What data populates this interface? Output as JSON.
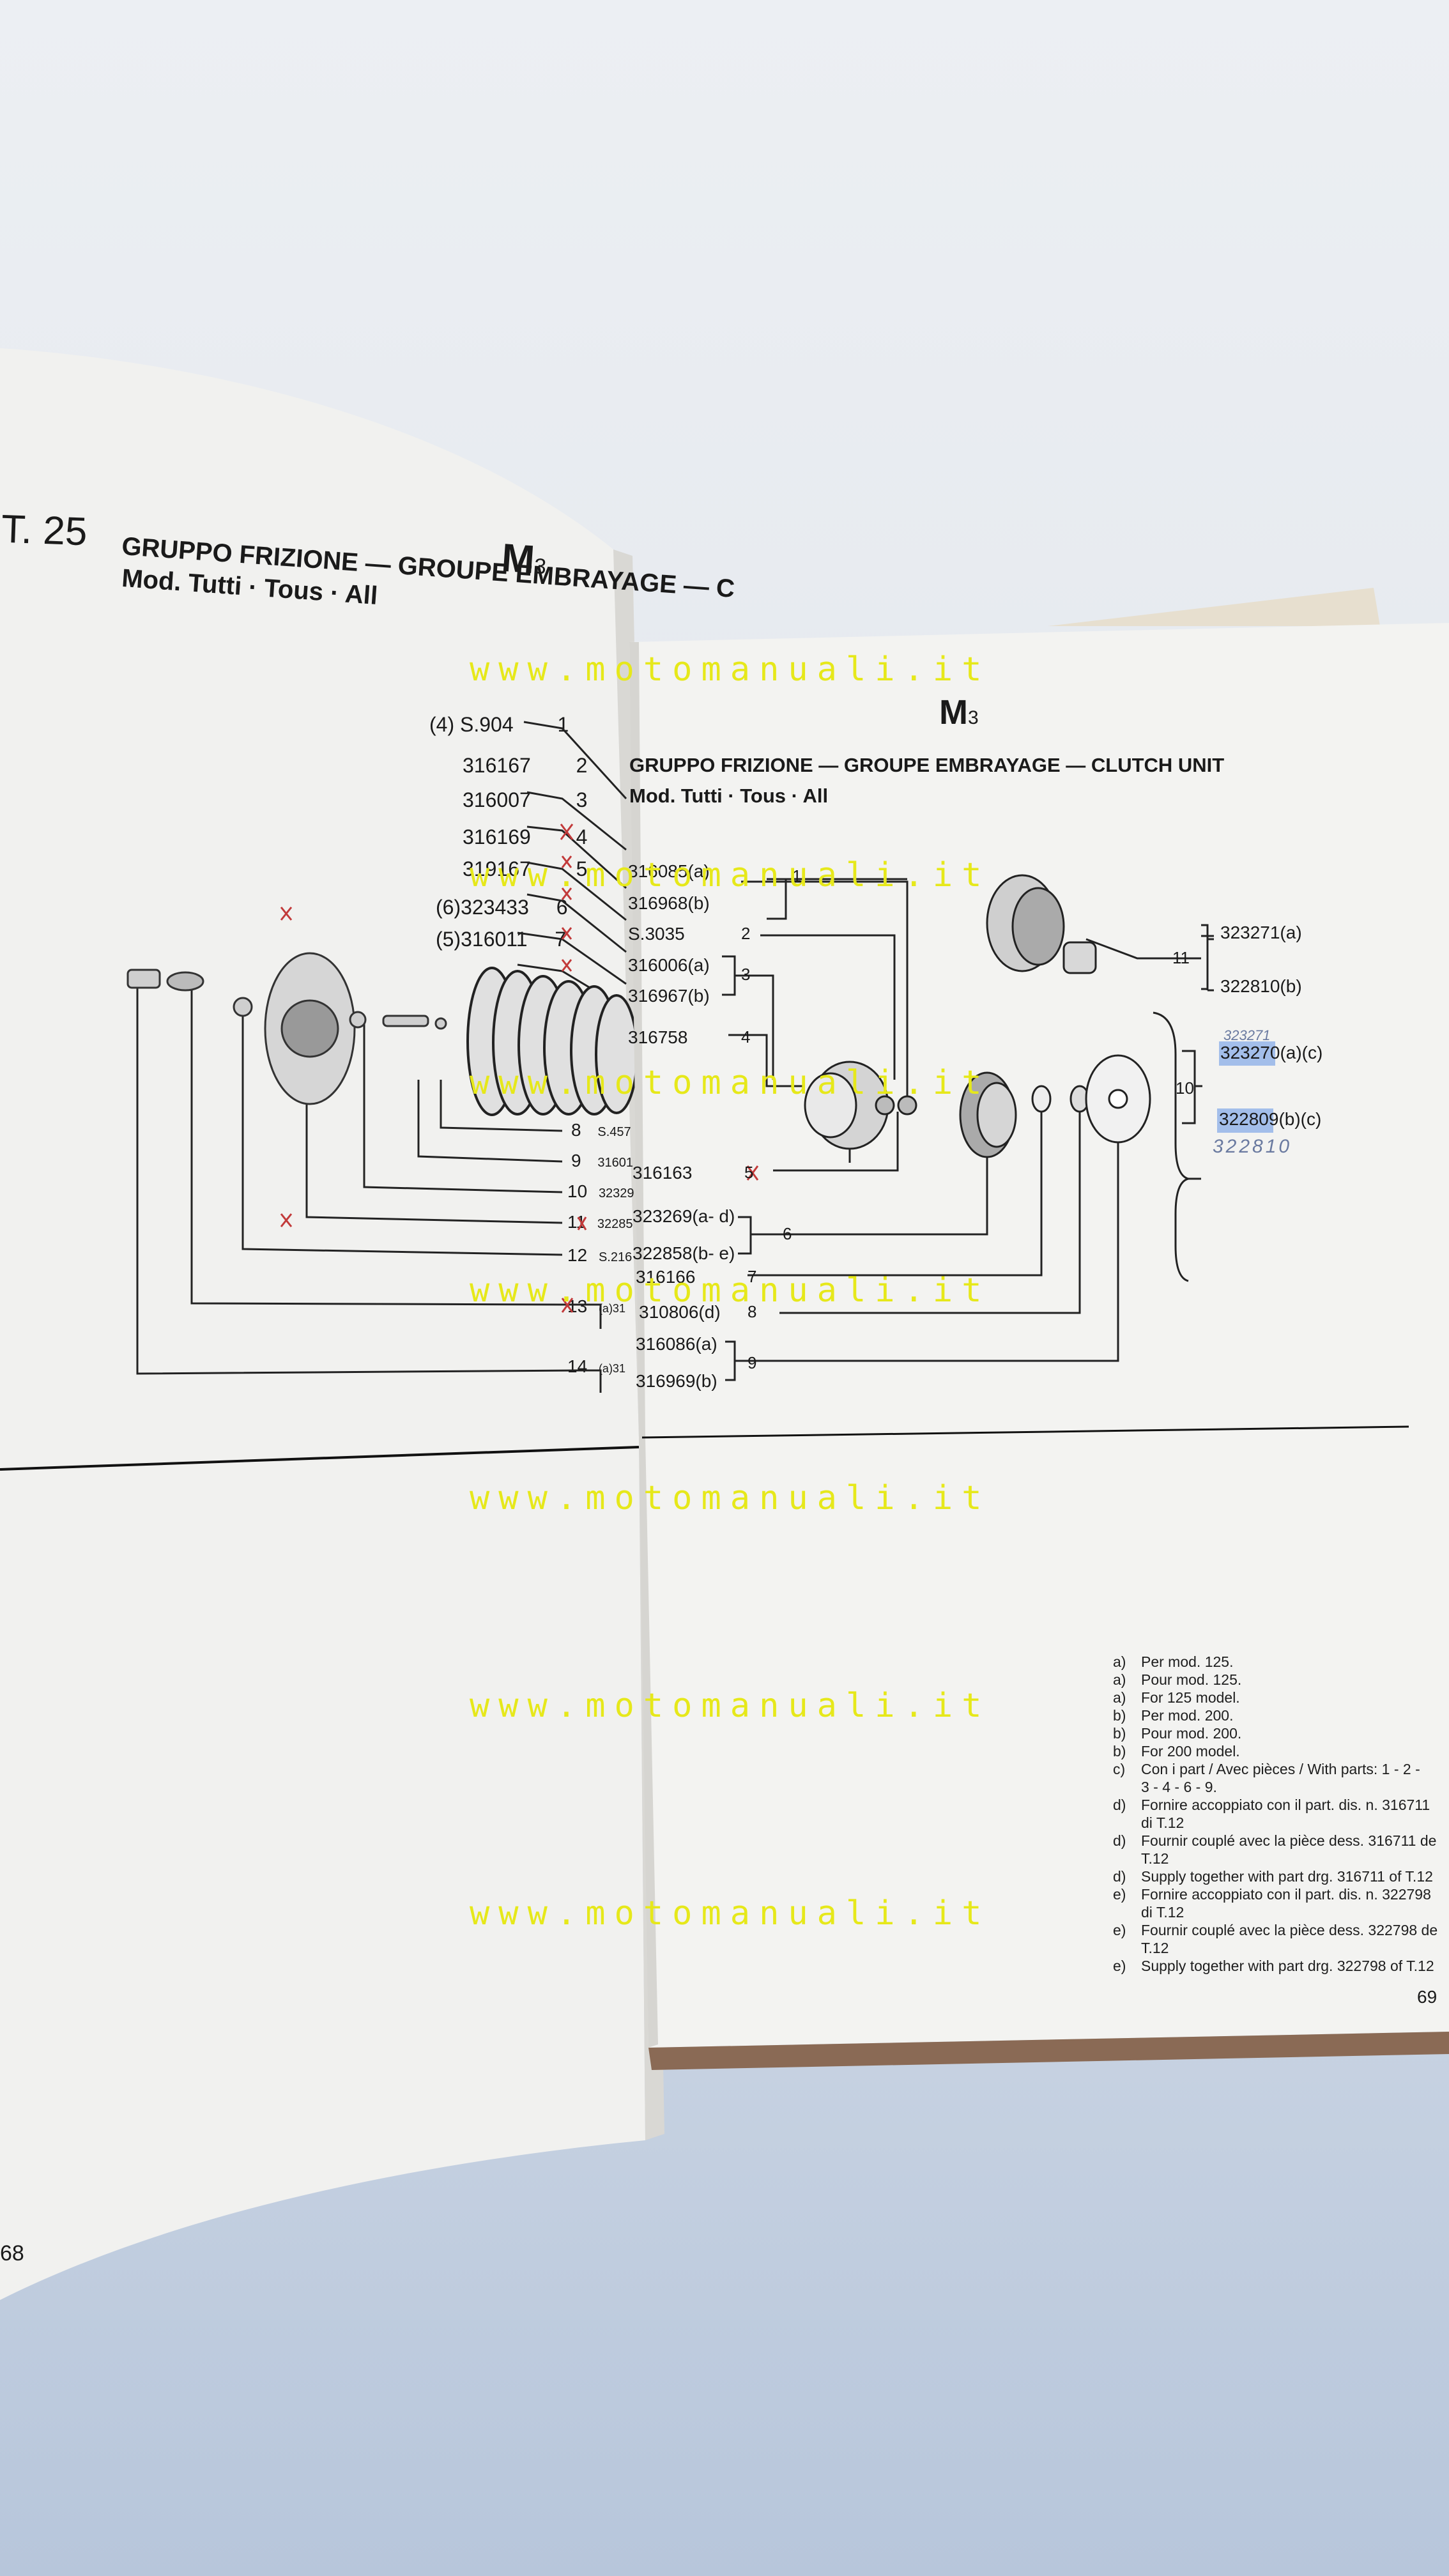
{
  "left_page": {
    "section_ref": "T. 25",
    "heading_code": "M",
    "heading_sub": "3",
    "title_line1": "GRUPPO FRIZIONE — GROUPE EMBRAYAGE — C",
    "title_line2": "Mod. Tutti · Tous · All",
    "page_number": "68",
    "parts_top": [
      {
        "code": "(4) S.904",
        "n": "1"
      },
      {
        "code": "316167",
        "n": "2"
      },
      {
        "code": "316007",
        "n": "3"
      },
      {
        "code": "316169",
        "n": "4"
      },
      {
        "code": "319167",
        "n": "5"
      },
      {
        "code": "(6)323433",
        "n": "6"
      },
      {
        "code": "(5)316011",
        "n": "7"
      }
    ],
    "parts_bottom": [
      {
        "n": "8",
        "code": "S.457"
      },
      {
        "n": "9",
        "code": "31601"
      },
      {
        "n": "10",
        "code": "32329"
      },
      {
        "n": "11",
        "code": "32285"
      },
      {
        "n": "12",
        "code": "S.216"
      },
      {
        "n": "13",
        "code": "(a)31"
      },
      {
        "n": "14",
        "code": "(a)31"
      }
    ]
  },
  "right_page": {
    "heading_code": "M",
    "heading_sub": "3",
    "title_line1": "GRUPPO FRIZIONE — GROUPE EMBRAYAGE — CLUTCH UNIT",
    "title_line2": "Mod. Tutti · Tous · All",
    "page_number": "69",
    "parts": {
      "p1a": "316085(a)",
      "p1b": "316968(b)",
      "p2": "S.3035",
      "p3a": "316006(a)",
      "p3b": "316967(b)",
      "p4": "316758",
      "p5": "316163",
      "p6a": "323269(a- d)",
      "p6b": "322858(b- e)",
      "p7": "316166",
      "p8": "310806(d)",
      "p9a": "316086(a)",
      "p9b": "316969(b)",
      "p11a": "323271(a)",
      "p11b": "322810(b)",
      "p10a": "323270",
      "p10a_suffix": "(a)(c)",
      "p10b": "322809",
      "p10b_suffix": "(b)(c)",
      "hand1": "323271",
      "hand2": "322810"
    },
    "numbers": {
      "n1": "1",
      "n2": "2",
      "n3": "3",
      "n4": "4",
      "n5": "5",
      "n6": "6",
      "n7": "7",
      "n8": "8",
      "n9": "9",
      "n10": "10",
      "n11": "11"
    },
    "notes": [
      {
        "k": "a)",
        "t": "Per mod. 125."
      },
      {
        "k": "a)",
        "t": "Pour mod. 125."
      },
      {
        "k": "a)",
        "t": "For 125 model."
      },
      {
        "k": "b)",
        "t": "Per mod. 200."
      },
      {
        "k": "b)",
        "t": "Pour mod. 200."
      },
      {
        "k": "b)",
        "t": "For 200 model."
      },
      {
        "k": "c)",
        "t": "Con i part / Avec pièces / With parts: 1 - 2 -"
      },
      {
        "k": "",
        "t": "3 - 4 - 6 - 9."
      },
      {
        "k": "d)",
        "t": "Fornire accoppiato con il part. dis. n. 316711"
      },
      {
        "k": "",
        "t": "di T.12"
      },
      {
        "k": "d)",
        "t": "Fournir couplé avec la pièce dess. 316711 de"
      },
      {
        "k": "",
        "t": "T.12"
      },
      {
        "k": "d)",
        "t": "Supply together with part drg. 316711 of T.12"
      },
      {
        "k": "e)",
        "t": "Fornire accoppiato con il part. dis. n. 322798"
      },
      {
        "k": "",
        "t": "di T.12"
      },
      {
        "k": "e)",
        "t": "Fournir couplé avec la pièce dess. 322798 de"
      },
      {
        "k": "",
        "t": "T.12"
      },
      {
        "k": "e)",
        "t": "Supply together with part drg. 322798 of T.12"
      }
    ]
  },
  "watermark": "www.motomanuali.it",
  "colors": {
    "watermark": "#e6e81a",
    "highlight": "#8fb0e8",
    "pen_red": "#c23a3a",
    "pencil": "#6a7aa0"
  }
}
